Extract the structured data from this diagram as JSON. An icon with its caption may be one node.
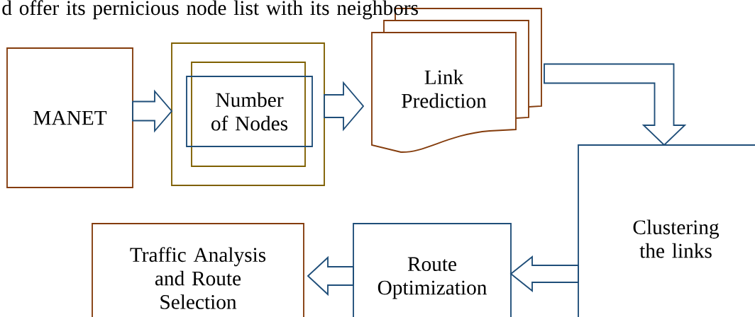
{
  "diagram": {
    "nodes": [
      {
        "text": [
          "MANET"
        ]
      },
      {
        "text": [],
        "shape": "box"
      },
      {
        "text": [
          "Number of Nodes"
        ],
        "in": 1
      },
      {
        "text": [
          "Link Prediction"
        ]
      },
      {
        "text": [
          "Clustering the links"
        ]
      },
      {
        "text": [
          "Route Optimization"
        ]
      },
      {
        "text": [
          "Traffic Analysis and Route Selection"
        ]
      }
    ],
    "edges": [
      {
        "from": 0,
        "to": 1,
        "arrow": "to"
      },
      {
        "from": 1,
        "to": 3,
        "arrow": "to"
      },
      {
        "from": 3,
        "to": 4,
        "arrow": "to"
      },
      {
        "from": 4,
        "to": 5,
        "arrow": "to"
      },
      {
        "from": 5,
        "to": 6,
        "arrow": "to"
      }
    ],
    "labels": [
      "d offer its pernicious node list with its neighbors"
    ]
  }
}
